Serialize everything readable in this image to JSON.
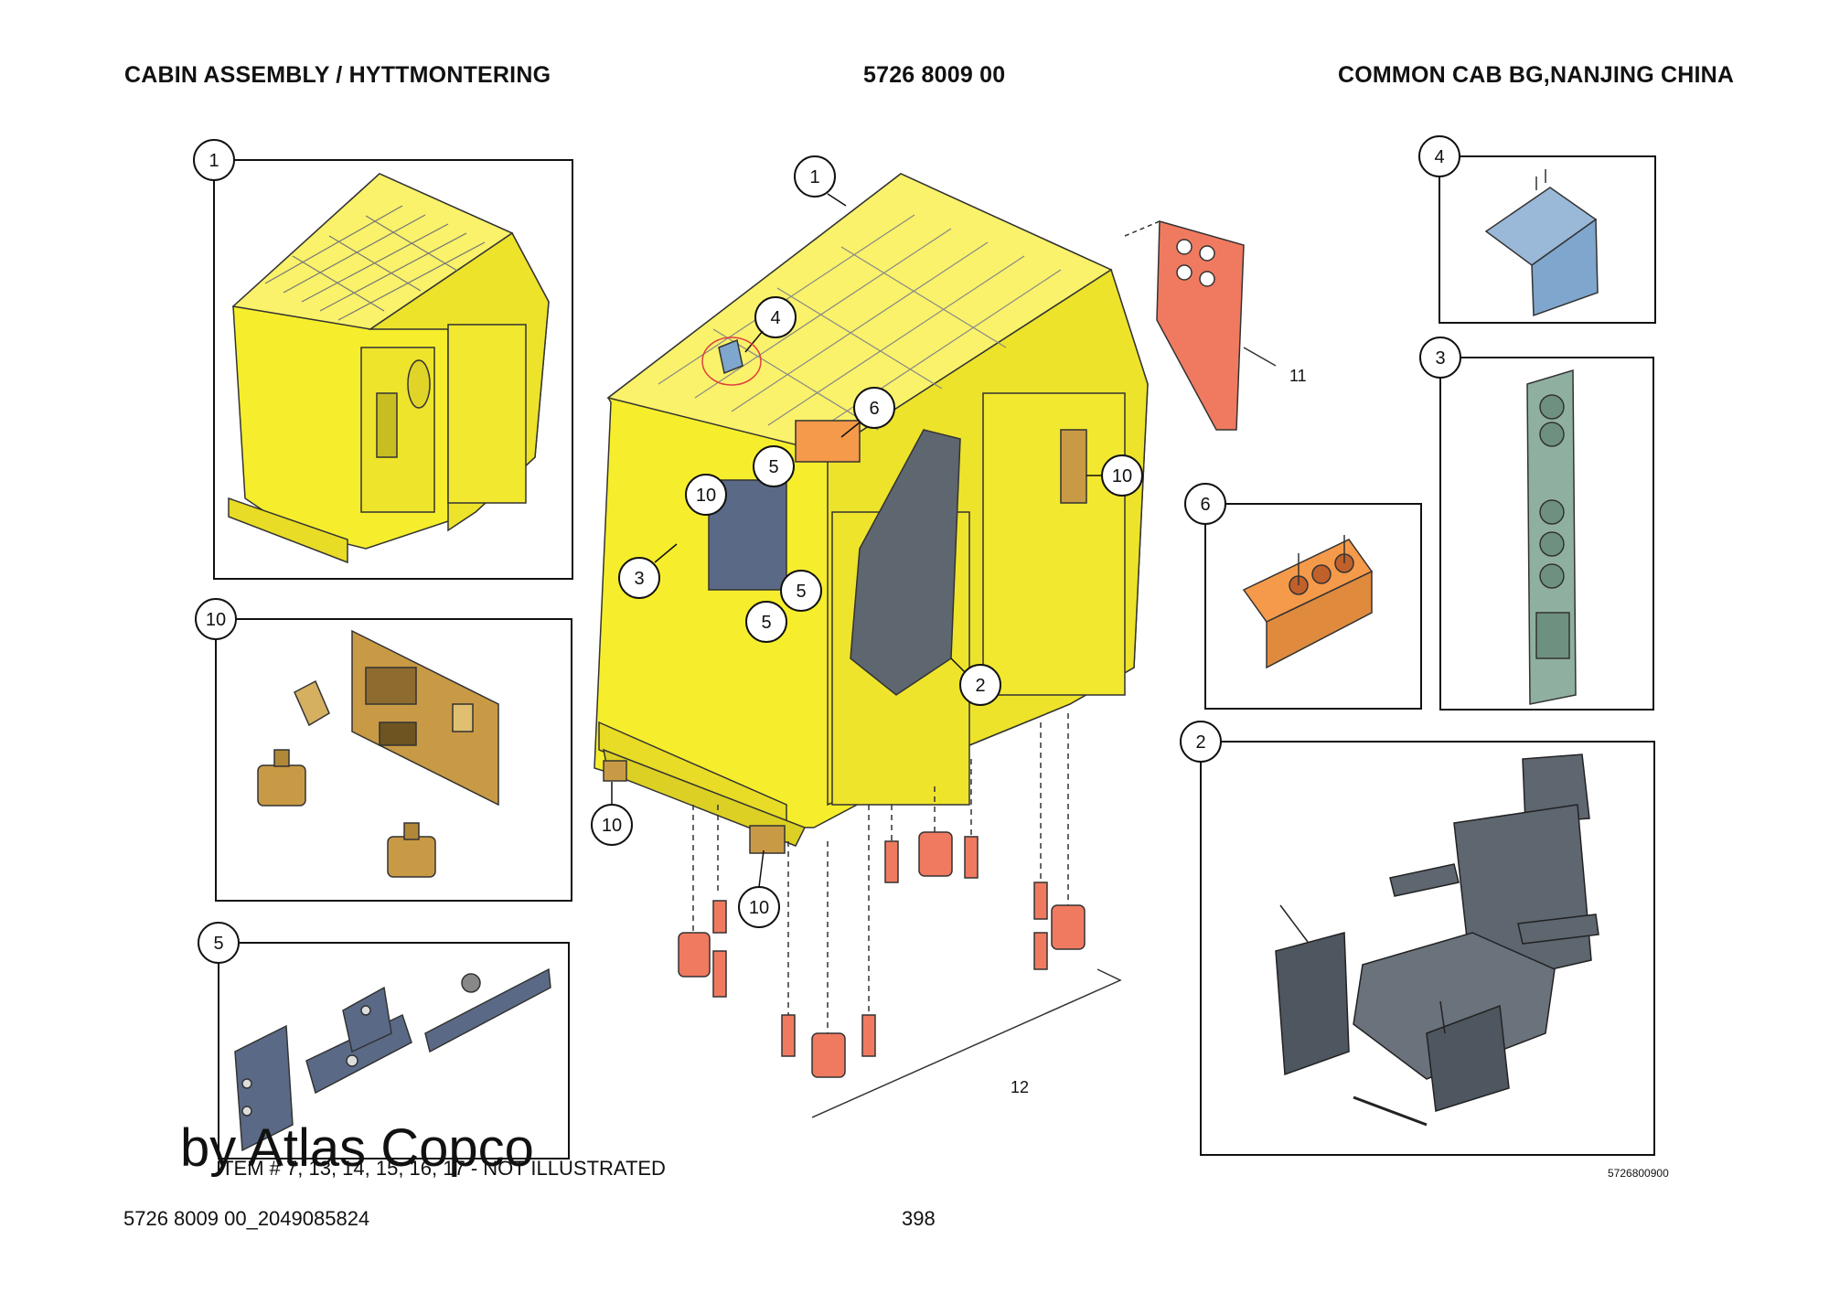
{
  "header": {
    "left": "CABIN ASSEMBLY / HYTTMONTERING",
    "center": "5726 8009 00",
    "right": "COMMON CAB BG,NANJING CHINA"
  },
  "note": "ITEM # 7, 13, 14, 15, 16, 17 - NOT ILLUSTRATED",
  "watermark": "by Atlas Copco",
  "drawing_ref": "5726800900",
  "footer": {
    "doc_id": "5726 8009 00_2049085824",
    "page": "398"
  },
  "callouts": {
    "detail_1": "1",
    "detail_10": "10",
    "detail_5": "5",
    "detail_4": "4",
    "detail_3": "3",
    "detail_6": "6",
    "detail_2": "2",
    "main_1": "1",
    "main_4": "4",
    "main_6": "6",
    "main_5a": "5",
    "main_5b": "5",
    "main_5c": "5",
    "main_10a": "10",
    "main_10b": "10",
    "main_10c": "10",
    "main_10d": "10",
    "main_3": "3",
    "main_2": "2",
    "label_11": "11",
    "label_12": "12"
  },
  "colors": {
    "cab_yellow": "#f6ee2c",
    "mount_red": "#f07a60",
    "panel_orange": "#f59a4a",
    "bracket_blue": "#7fa6cc",
    "gauge_green": "#8fb0a0",
    "board_gold": "#c99a45",
    "seat_gray": "#5e6670",
    "plate_slate": "#5a6a86"
  }
}
